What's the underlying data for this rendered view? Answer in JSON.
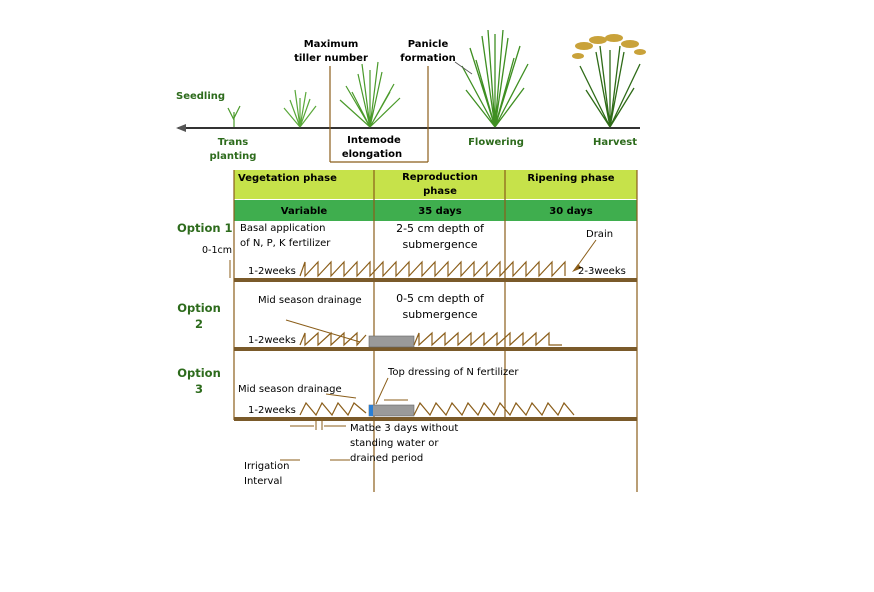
{
  "stages": {
    "seedling": "Seedling",
    "trans_planting": [
      "Trans",
      "planting"
    ],
    "maximum_tiller": [
      "Maximum",
      "tiller number"
    ],
    "panicle": [
      "Panicle",
      "formation"
    ],
    "internode": [
      "Intemode",
      "elongation"
    ],
    "flowering": "Flowering",
    "harvest": "Harvest"
  },
  "phases": [
    {
      "name": "Vegetation phase",
      "duration": "Variable"
    },
    {
      "name_lines": [
        "Reproduction",
        "phase"
      ],
      "duration": "35 days"
    },
    {
      "name": "Ripening phase",
      "duration": "30 days"
    }
  ],
  "options": {
    "option1": {
      "label": "Option 1",
      "basal": [
        "Basal application",
        "of N, P, K fertilizer"
      ],
      "depth_label": "0-1cm",
      "submergence": [
        "2-5 cm depth of",
        "submergence"
      ],
      "drain": "Drain",
      "start_weeks": "1-2weeks",
      "end_weeks": "2-3weeks"
    },
    "option2": {
      "label": [
        "Option",
        "2"
      ],
      "mid_drain": "Mid season drainage",
      "submergence": [
        "0-5 cm depth of",
        "submergence"
      ],
      "start_weeks": "1-2weeks"
    },
    "option3": {
      "label": [
        "Option",
        "3"
      ],
      "mid_drain": "Mid season drainage",
      "top_dressing": "Top dressing of N fertilizer",
      "start_weeks": "1-2weeks",
      "note": [
        "Matbe 3 days without",
        "standing water or",
        "drained period"
      ],
      "irrigation": [
        "Irrigation",
        "Interval"
      ]
    }
  },
  "colors": {
    "phase_header": "#c6e24a",
    "duration_row": "#3fae4e",
    "line_brown": "#8b5e1a",
    "soil": "#7a5a2a",
    "text_green": "#2d6b1c",
    "drain_block": "#9a9a9a",
    "fertilizer_mark": "#2a7fd4"
  }
}
